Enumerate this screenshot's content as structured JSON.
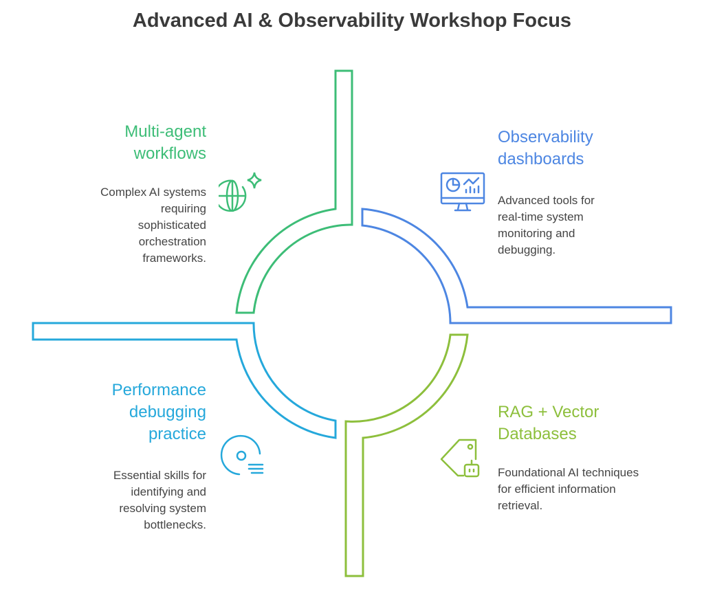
{
  "title": "Advanced AI & Observability Workshop Focus",
  "colors": {
    "green": "#3dbd77",
    "blue": "#4d86e2",
    "lime": "#8dbf3c",
    "cyan": "#25a8db"
  },
  "sections": [
    {
      "heading_lines": [
        "Multi-agent",
        "workflows"
      ],
      "description_lines": [
        "Complex AI systems",
        "requiring",
        "sophisticated",
        "orchestration",
        "frameworks."
      ],
      "icon": "globe-sparkle-icon"
    },
    {
      "heading_lines": [
        "Observability",
        "dashboards"
      ],
      "description_lines": [
        "Advanced tools for",
        "real-time system",
        "monitoring and",
        "debugging."
      ],
      "icon": "monitor-chart-icon"
    },
    {
      "heading_lines": [
        "Performance",
        "debugging",
        "practice"
      ],
      "description_lines": [
        "Essential skills for",
        "identifying and",
        "resolving system",
        "bottlenecks."
      ],
      "icon": "gauge-list-icon"
    },
    {
      "heading_lines": [
        "RAG + Vector",
        "Databases"
      ],
      "description_lines": [
        "Foundational AI techniques",
        "for efficient information",
        "retrieval."
      ],
      "icon": "tag-robot-icon"
    }
  ]
}
